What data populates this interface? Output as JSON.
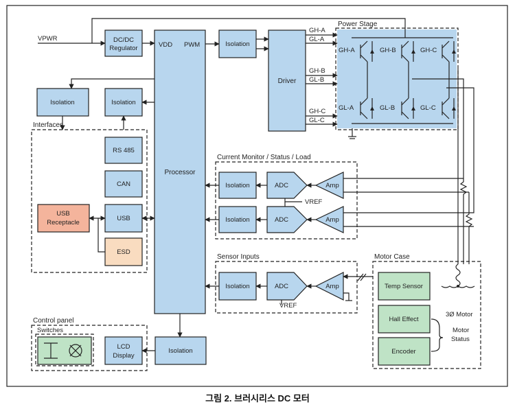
{
  "diagram": {
    "inputs": {
      "vpwr": "VPWR",
      "vdd": "VDD",
      "pwm": "PWM",
      "vref_cm": "VREF",
      "vref_sensor": "VREF"
    },
    "blocks": {
      "dcdc_line1": "DC/DC",
      "dcdc_line2": "Regulator",
      "isolation": "Isolation",
      "driver": "Driver",
      "processor": "Processor",
      "rs485": "RS 485",
      "can": "CAN",
      "usb": "USB",
      "usb_receptacle_line1": "USB",
      "usb_receptacle_line2": "Receptacle",
      "esd": "ESD",
      "adc": "ADC",
      "amp": "Amp",
      "lcd_line1": "LCD",
      "lcd_line2": "Display",
      "temp_sensor": "Temp Sensor",
      "hall_effect": "Hall Effect",
      "encoder": "Encoder"
    },
    "groups": {
      "power_stage": "Power Stage",
      "interfaces": "Interfaces",
      "current_monitor": "Current Monitor / Status / Load",
      "sensor_inputs": "Sensor Inputs",
      "motor_case": "Motor Case",
      "control_panel": "Control panel",
      "switches": "Switches"
    },
    "signals": {
      "gh_a": "GH-A",
      "gl_a": "GL-A",
      "gh_b": "GH-B",
      "gl_b": "GL-B",
      "gh_c": "GH-C",
      "gl_c": "GL-C"
    },
    "motor": {
      "label": "3Ø Motor",
      "status_line1": "Motor",
      "status_line2": "Status"
    },
    "caption": "그림 2. 브러시리스 DC 모터"
  },
  "colors": {
    "block_fill": "#b8d6ee",
    "green_fill": "#bfe3c6",
    "salmon_fill": "#f4b49c",
    "peach_fill": "#f9dcc0"
  }
}
